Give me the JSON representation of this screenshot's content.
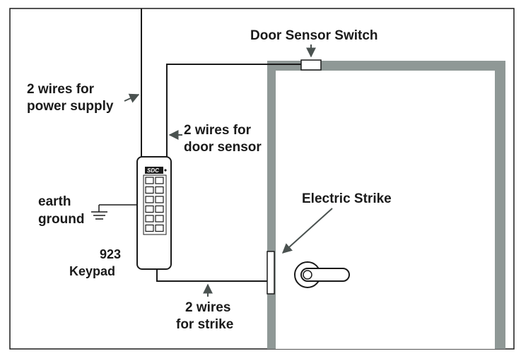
{
  "labels": {
    "door_sensor_switch": "Door Sensor Switch",
    "power_supply_line1": "2 wires for",
    "power_supply_line2": "power supply",
    "door_sensor_line1": "2 wires for",
    "door_sensor_line2": "door sensor",
    "earth_line1": "earth",
    "earth_line2": "ground",
    "keypad_model": "923",
    "keypad_name": "Keypad",
    "electric_strike": "Electric Strike",
    "strike_line1": "2 wires",
    "strike_line2": "for strike"
  },
  "keypad": {
    "brand": "SDC"
  },
  "colors": {
    "line": "#1a1a1a",
    "door_frame": "#8f9896",
    "arrow": "#4a5250",
    "background": "#ffffff"
  },
  "icons": [
    "earth-ground-icon",
    "door-handle-icon",
    "keypad-icon"
  ]
}
